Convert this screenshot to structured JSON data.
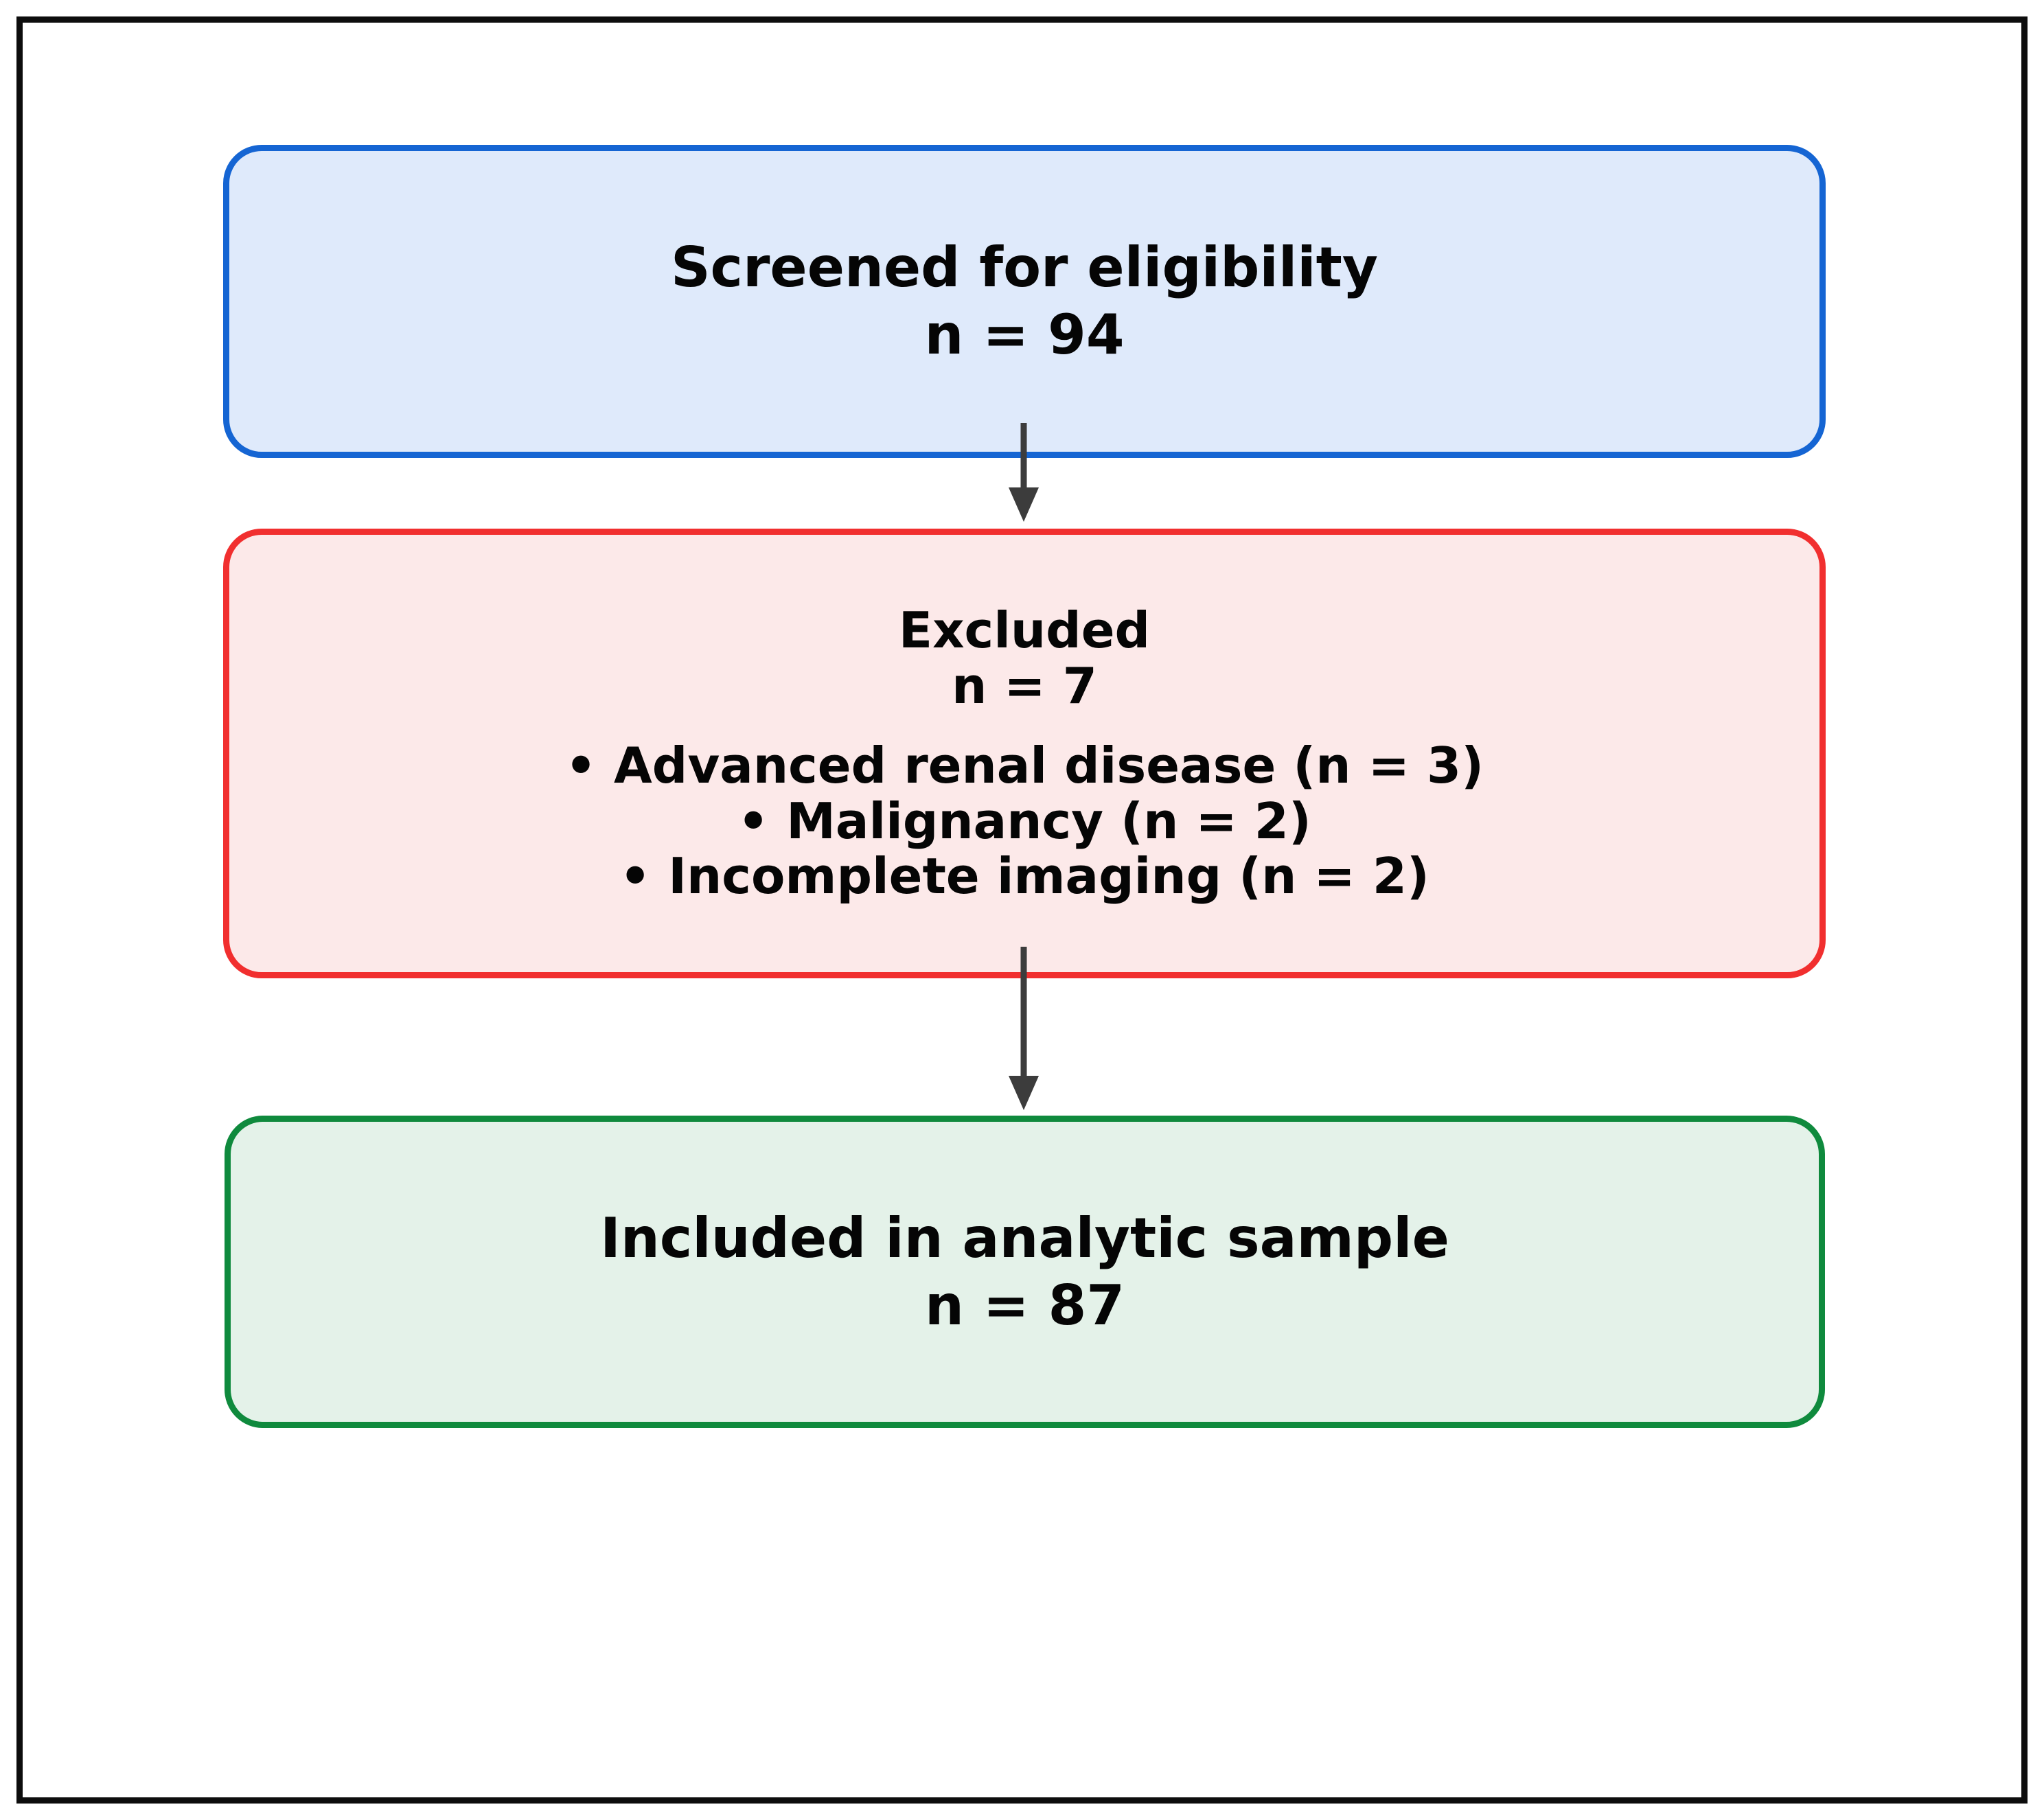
{
  "flowchart": {
    "screened": {
      "title": "Screened for eligibility",
      "count": "n = 94"
    },
    "excluded": {
      "title": "Excluded",
      "count": "n = 7",
      "bullets": [
        "• Advanced renal disease (n = 3)",
        "• Malignancy (n = 2)",
        "• Incomplete imaging (n = 2)"
      ]
    },
    "included": {
      "title": "Included in analytic sample",
      "count": "n = 87"
    },
    "colors": {
      "screened_border": "#1565d3",
      "screened_fill": "#dfeafb",
      "excluded_border": "#f12f2f",
      "excluded_fill": "#fce9e9",
      "included_border": "#0f8a3d",
      "included_fill": "#e4f2e9",
      "arrow": "#3c3c3c",
      "frame": "#0d0d0d",
      "text": "#050505"
    }
  }
}
